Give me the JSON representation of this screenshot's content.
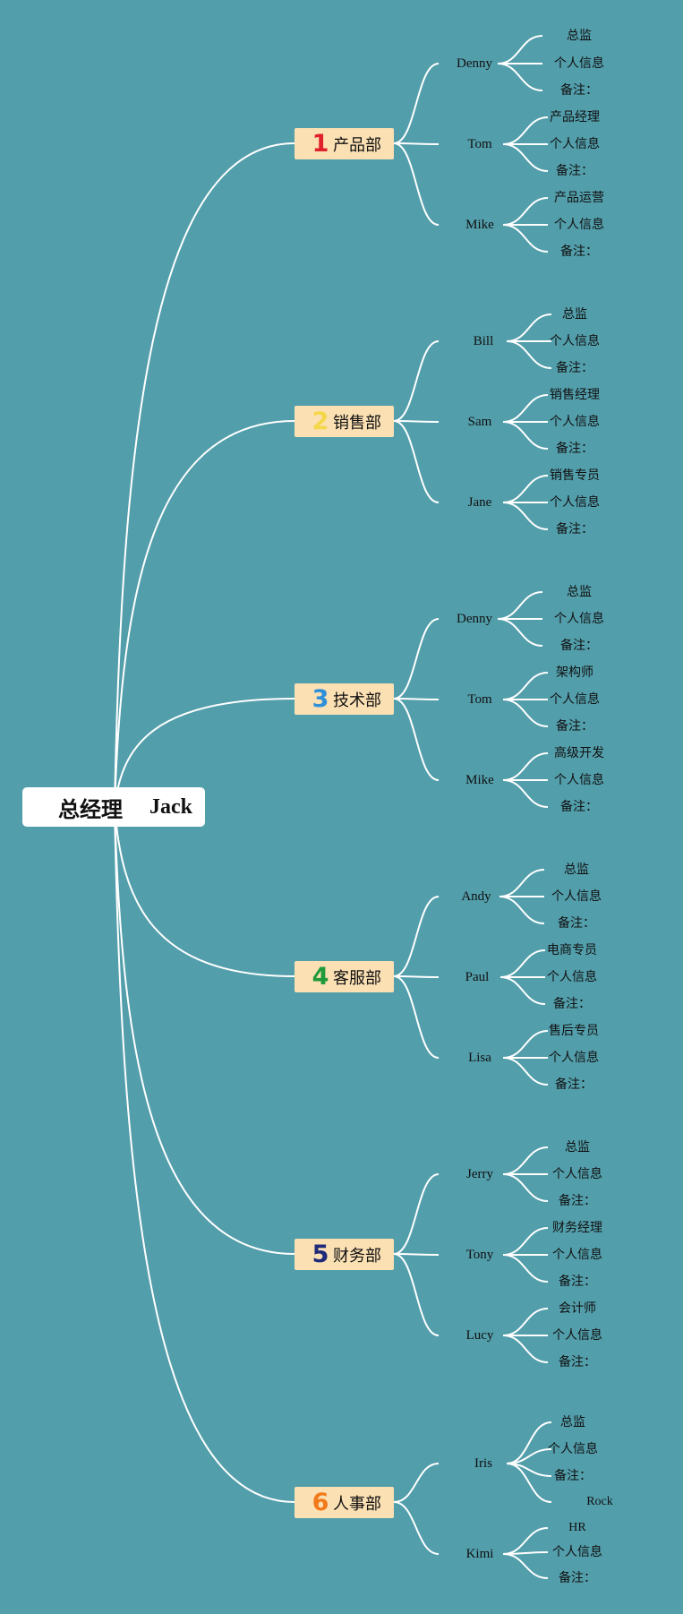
{
  "root": {
    "title": "总经理",
    "name": "Jack"
  },
  "departments": [
    {
      "number": "1",
      "color": "#e0202a",
      "label": "产品部",
      "people": [
        {
          "name": "Denny",
          "attrs": [
            "总监",
            "个人信息",
            "备注："
          ]
        },
        {
          "name": "Tom",
          "attrs": [
            "产品经理",
            "个人信息",
            "备注："
          ]
        },
        {
          "name": "Mike",
          "attrs": [
            "产品运营",
            "个人信息",
            "备注："
          ]
        }
      ]
    },
    {
      "number": "2",
      "color": "#f5d74a",
      "label": "销售部",
      "people": [
        {
          "name": "Bill",
          "attrs": [
            "总监",
            "个人信息",
            "备注："
          ]
        },
        {
          "name": "Sam",
          "attrs": [
            "销售经理",
            "个人信息",
            "备注："
          ]
        },
        {
          "name": "Jane",
          "attrs": [
            "销售专员",
            "个人信息",
            "备注："
          ]
        }
      ]
    },
    {
      "number": "3",
      "color": "#2f8fd8",
      "label": "技术部",
      "people": [
        {
          "name": "Denny",
          "attrs": [
            "总监",
            "个人信息",
            "备注："
          ]
        },
        {
          "name": "Tom",
          "attrs": [
            "架构师",
            "个人信息",
            "备注："
          ]
        },
        {
          "name": "Mike",
          "attrs": [
            "高级开发",
            "个人信息",
            "备注："
          ]
        }
      ]
    },
    {
      "number": "4",
      "color": "#1f9a3a",
      "label": "客服部",
      "people": [
        {
          "name": "Andy",
          "attrs": [
            "总监",
            "个人信息",
            "备注："
          ]
        },
        {
          "name": "Paul",
          "attrs": [
            "电商专员",
            "个人信息",
            "备注："
          ]
        },
        {
          "name": "Lisa",
          "attrs": [
            "售后专员",
            "个人信息",
            "备注："
          ]
        }
      ]
    },
    {
      "number": "5",
      "color": "#1f2a78",
      "label": "财务部",
      "people": [
        {
          "name": "Jerry",
          "attrs": [
            "总监",
            "个人信息",
            "备注："
          ]
        },
        {
          "name": "Tony",
          "attrs": [
            "财务经理",
            "个人信息",
            "备注："
          ]
        },
        {
          "name": "Lucy",
          "attrs": [
            "会计师",
            "个人信息",
            "备注："
          ]
        }
      ]
    },
    {
      "number": "6",
      "color": "#f27a1a",
      "label": "人事部",
      "people": [
        {
          "name": "Iris",
          "attrs": [
            "总监",
            "个人信息",
            "备注：",
            "Rock"
          ]
        },
        {
          "name": "Kimi",
          "attrs": [
            "HR",
            "个人信息",
            "备注："
          ]
        }
      ]
    }
  ]
}
